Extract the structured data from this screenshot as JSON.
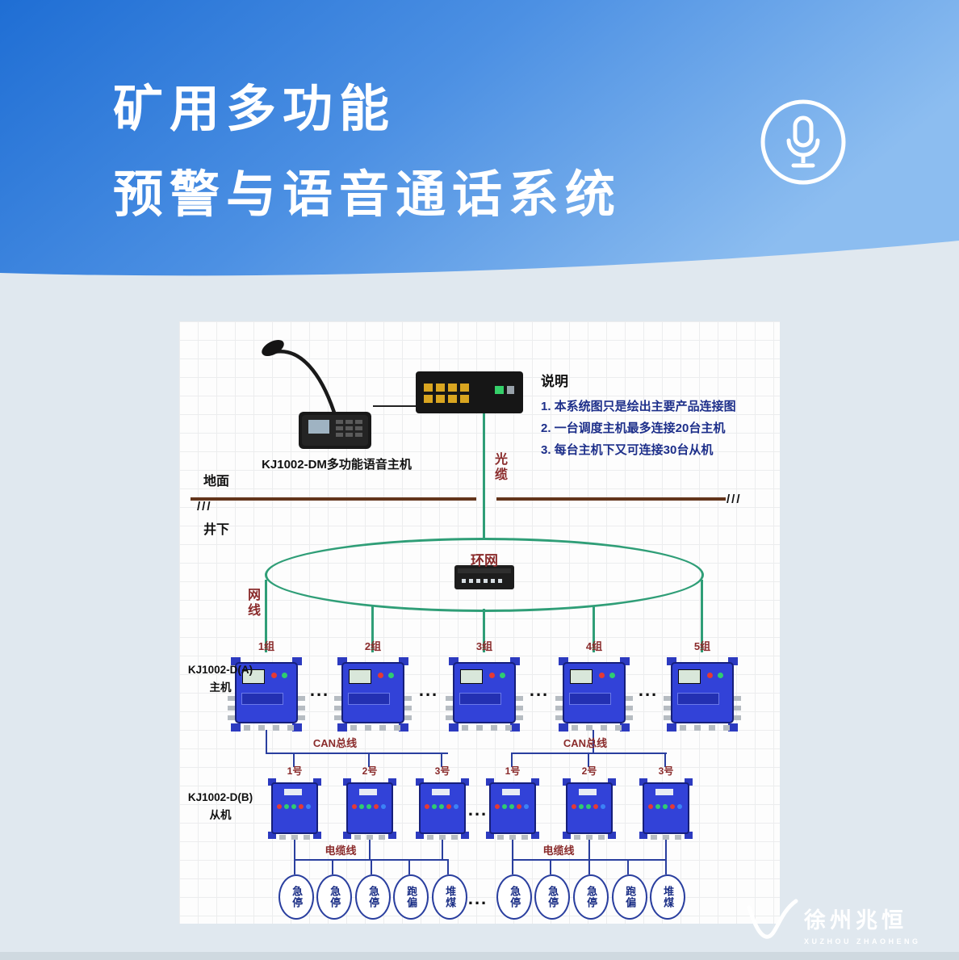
{
  "header": {
    "title_line1": "矿用多功能",
    "title_line2": "预警与语音通话系统"
  },
  "notes": {
    "title": "说明",
    "item1": "1. 本系统图只是绘出主要产品连接图",
    "item2": "2. 一台调度主机最多连接20台主机",
    "item3": "3. 每台主机下又可连接30台从机"
  },
  "labels": {
    "console": "KJ1002-DM多功能语音主机",
    "optical_cable": "光缆",
    "surface": "地面",
    "underground": "井下",
    "hatch": "///",
    "ring": "环网",
    "net_cable": "网线",
    "master_model": "KJ1002-D(A)",
    "master_role": "主机",
    "slave_model": "KJ1002-D(B)",
    "slave_role": "从机",
    "can_bus": "CAN总线",
    "cable_line": "电缆线",
    "ellipsis": "..."
  },
  "groups": [
    "1组",
    "2组",
    "3组",
    "4组",
    "5组"
  ],
  "slave_numbers": [
    "1号",
    "2号",
    "3号"
  ],
  "sensors": [
    "急停",
    "急停",
    "急停",
    "跑偏",
    "堆煤"
  ],
  "watermark": {
    "cn": "徐州兆恒",
    "en": "XUZHOU  ZHAOHENG"
  },
  "colors": {
    "header_blue_dark": "#1f6ed4",
    "header_blue_light": "#8cbdf0",
    "line_green": "#2f9e77",
    "label_maroon": "#8a2b2b",
    "note_navy": "#1d2f8a",
    "device_blue": "#3242d8",
    "ground_brown": "#63351c"
  }
}
